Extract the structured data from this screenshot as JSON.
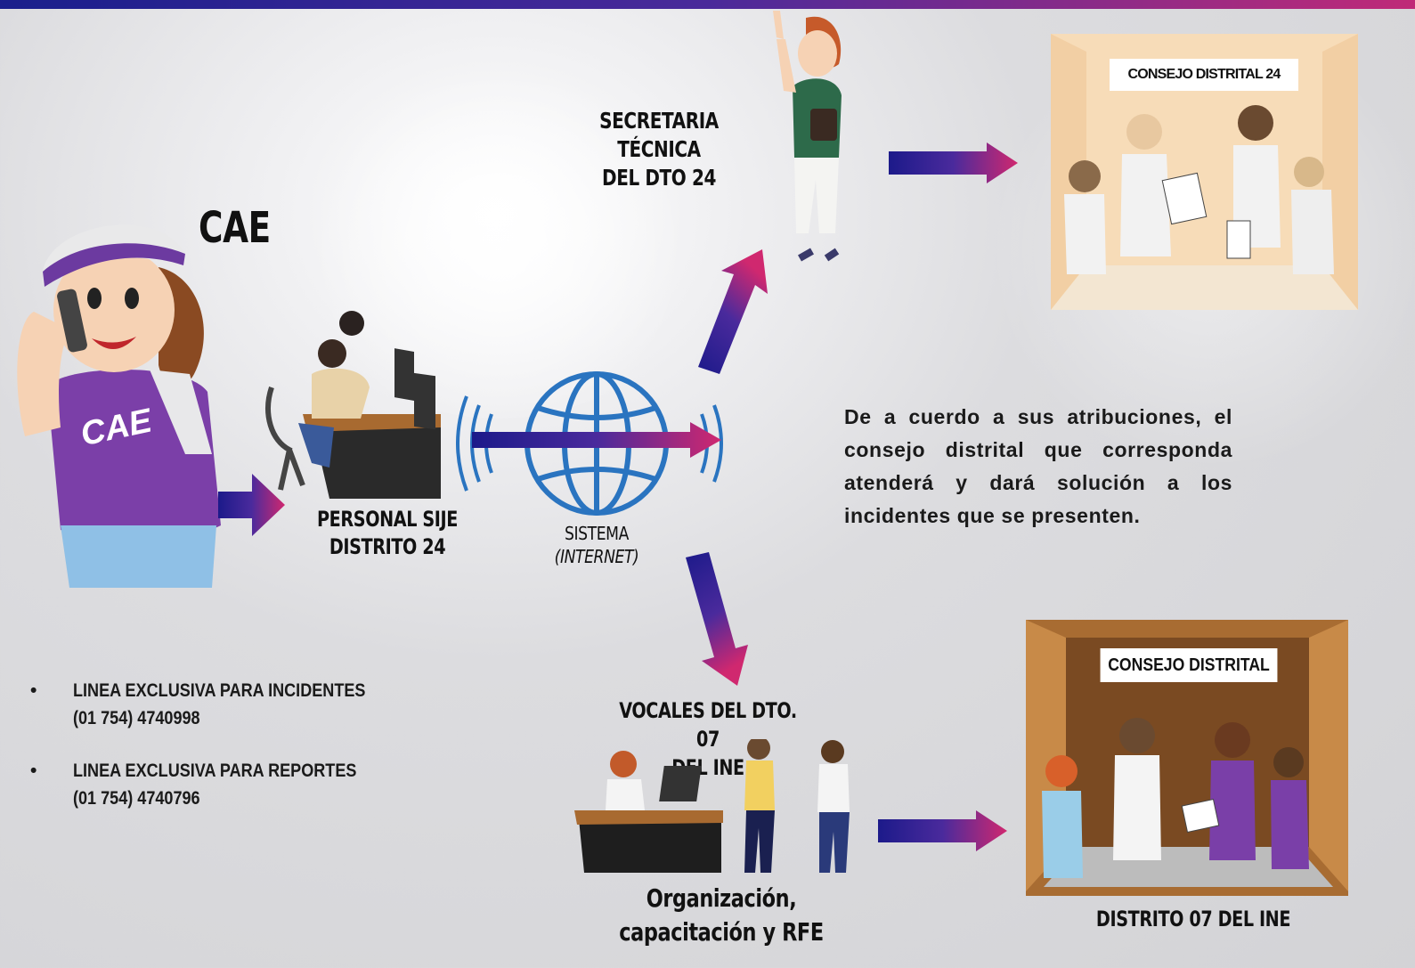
{
  "labels": {
    "cae_title": "CAE",
    "cae_shirt": "CAE",
    "personal_sije_line1": "PERSONAL SIJE",
    "personal_sije_line2": "DISTRITO 24",
    "sistema_line1": "SISTEMA",
    "sistema_line2": "(INTERNET)",
    "secretaria_line1": "SECRETARIA TÉCNICA",
    "secretaria_line2": "DEL DTO 24",
    "vocales_line1": "VOCALES DEL DTO. 07",
    "vocales_line2": "DEL INE",
    "organizacion_line1": "Organización,",
    "organizacion_line2": "capacitación y RFE",
    "distrito07_caption": "DISTRITO 07 DEL INE"
  },
  "signs": {
    "consejo_24": "CONSEJO DISTRITAL 24",
    "consejo": "CONSEJO DISTRITAL"
  },
  "description": "De a cuerdo a sus atribuciones, el consejo distrital que corresponda atenderá y dará solución a los incidentes que se presenten.",
  "bullets": [
    {
      "marker": "•",
      "title": "LINEA EXCLUSIVA PARA INCIDENTES",
      "phone": "(01 754) 4740998"
    },
    {
      "marker": "•",
      "title": "LINEA EXCLUSIVA PARA REPORTES",
      "phone": "(01 754) 4740796"
    }
  ],
  "icons": {
    "cae_character": "cae-woman-on-phone",
    "sije_staff": "operators-at-computers",
    "internet": "globe-with-signal-waves",
    "secretaria": "woman-pointing",
    "council_24_room": "council-meeting-room",
    "vocales": "receptionist-and-two-men",
    "council_07_room": "council-room-group"
  },
  "colors": {
    "arrow_start": "#1c1a8a",
    "arrow_mid": "#4a2a9c",
    "arrow_end": "#d0286f",
    "globe": "#2a74c0",
    "background": "#d6d6d9"
  }
}
